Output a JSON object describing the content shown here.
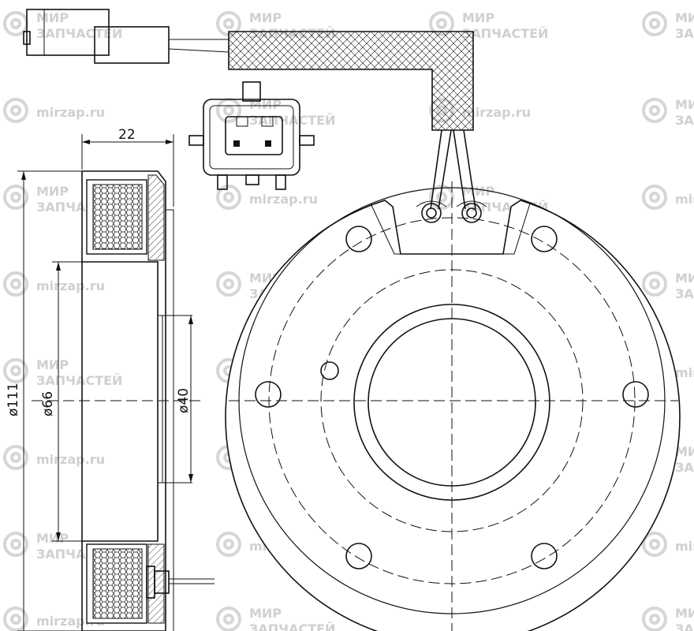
{
  "dimensions": {
    "width_top": "22",
    "outer_diameter": "ø111",
    "bore_diameter": "ø66",
    "hub_diameter": "ø40"
  },
  "watermark": {
    "line1": "МИР",
    "line2": "ЗАПЧАСТЕЙ",
    "site": "mirzap.ru"
  }
}
